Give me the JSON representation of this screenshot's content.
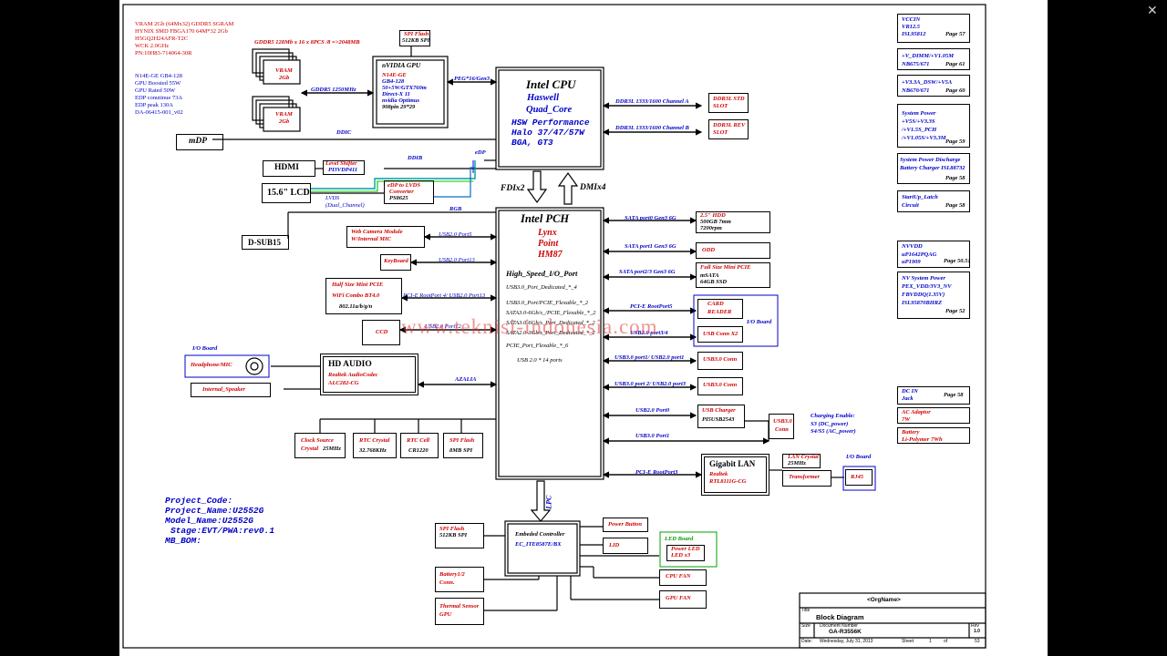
{
  "header_notes": {
    "vram": [
      "VRAM 2Gb (64Mx32) GDDR5 SGRAM",
      "HYNIX SMD FBGA170 64M*32 2Gb",
      "H5GQ2H24AFR-T2C",
      "WCK 2.0GHz",
      "PN:10H83-714064-30R"
    ],
    "gpu": [
      "N14E-GE GB4-128",
      "GPU Boosted 55W",
      "GPU Rated    50W",
      "EDP conutinue 73A",
      "EDP peak 130A",
      "DA-06415-001_v02"
    ]
  },
  "gddr5": "GDDR5 128Mb x 16 x 8PCS /8 =>2048MB",
  "vram_label": "VRAM",
  "vram_size": "2Gb",
  "gddr5_speed": "GDDR5 1250MHz",
  "spi_flash_gpu": [
    "SPI Flash",
    "512KB SPI"
  ],
  "gpu_block": [
    "nVIDIA GPU",
    "N14E-GE",
    "GB4-128",
    "50+5W/GTX760m",
    "Direct-X 11",
    "nvidia Optimus",
    "908pin 29*29"
  ],
  "pcie_gen3": "PEG*16/Gen3",
  "cpu": {
    "title": "Intel CPU",
    "sub1": "Haswell",
    "sub2": "Quad_Core",
    "l1": "HSW Performance",
    "l2": "Halo 37/47/57W",
    "l3": "BGA, GT3"
  },
  "ddr_a": "DDR3L 1333/1600 Channel A",
  "ddr_b": "DDR3L 1333/1600 Channel B",
  "dimm_std": [
    "DDR3L STD",
    "SLOT"
  ],
  "dimm_rev": [
    "DDR3L REV",
    "SLOT"
  ],
  "mdp": "mDP",
  "ddic": "DDIC",
  "hdmi": "HDMI",
  "level_shifter": [
    "Level Shifter",
    "PI3VDP411"
  ],
  "ddib": "DDIB",
  "edp": "eDP",
  "lcd": "15.6\" LCD",
  "edp_lvds": [
    "eDP to LVDS",
    "Converter",
    "PS8625"
  ],
  "lvds": [
    "LVDS",
    "(Dual_Channel)"
  ],
  "rgb": "RGB",
  "dsub": "D-SUB15",
  "fdi": "FDIx2",
  "dmi": "DMIx4",
  "pch": {
    "title": "Intel PCH",
    "sub1": "Lynx",
    "sub2": "Point",
    "sub3": "HM87",
    "hs": "High_Speed_I/O_Port",
    "ports": [
      "USB3.0_Port_Dedicated_*_4",
      "USB3.0_Port/PCIE_Flexable_*_2",
      "SATA3.0-6Gb/s_/PCIE_Flexable_*_2",
      "SATA3.0-6Gb/s_Port_Dedicated_*_2",
      "SATA2.0-3Gb/s_Port_Dedicated_*_2",
      "PCIE_Port_Flexable_*_6"
    ],
    "usb2": "USB 2.0 * 14 ports"
  },
  "webcam": [
    "Web Camera Module",
    "W/Internal MIC"
  ],
  "usb_port5": "USB2.0 Port5",
  "keyboard": "KeyBoard",
  "usb_port13": "USB2.0 Port13",
  "minipcie": [
    "Half Size Mini PCIE",
    "WiFi Combo BT4.0",
    "802.11a/b/g/n"
  ],
  "pcie_root4": "PCI-E RootPort 4/ USB2.0 Port13",
  "ccd": "CCD",
  "usb_port12": "USB2.0 Port12",
  "io_board": "I/O Board",
  "headphone": "Headphone/MIC",
  "hdaudio": [
    "HD AUDIO",
    "Realtek AudioCodec",
    "ALC282-CG"
  ],
  "azalia": "AZALIA",
  "speaker": "Internal_Speaker",
  "clock": [
    "Clock Source",
    "Crystal",
    "25MHz"
  ],
  "rtc_crystal": [
    "RTC Crystal",
    "32.768KHz"
  ],
  "rtc_cell": [
    "RTC Cell",
    "CR1220"
  ],
  "spi_flash": [
    "SPI Flash",
    "8MB SPI"
  ],
  "sata0": "SATA port0 Gen3 6G",
  "hdd": [
    "2.5\" HDD",
    "500GB 7mm",
    "7200rpm"
  ],
  "sata1": "SATA port1 Gen3 6G",
  "odd": "ODD",
  "sata23": "SATA port2/3 Gen3 6G",
  "msata": [
    "Full Size Mini PCIE",
    "mSATA",
    "64GB SSD"
  ],
  "pcie_root5": "PCI-E RootPort5",
  "card_reader": [
    "CARD",
    "READER"
  ],
  "usb_port3_4": "USB2.0 port3/4",
  "usb_conn_x2": "USB Conn X2",
  "io_board2": "I/O Board",
  "usb3_port1": "USB3.0 port1/ USB2.0 port1",
  "usb3_port2": "USB3.0 port 2/ USB2.0 port3",
  "usb3_conn": "USB3.0 Conn",
  "usb2_port0": "USB2.0 Port0",
  "usb_charger": [
    "USB Charger",
    "PI5USB2543"
  ],
  "usb30_conn": [
    "USB3.0",
    "Conn"
  ],
  "charging": [
    "Charging Enable:",
    "S3 (DC_power)",
    "S4/S5 (AC_power)"
  ],
  "usb3_port1b": "USB3.0 Port1",
  "pcie_root3": "PCI-E RootPort3",
  "lan": [
    "Gigabit LAN",
    "Realtek",
    "RTL8111G-CG"
  ],
  "lan_crystal": [
    "LAN Crystal",
    "25MHz"
  ],
  "transformer": "Transformer",
  "rj45": "RJ45",
  "io_board3": "I/O Board",
  "lpc": "LPC",
  "ec": [
    "Embeded Controller",
    "EC_ITE8587E/BX"
  ],
  "spi_flash_ec": [
    "SPI Flash",
    "512KB SPI"
  ],
  "battery_conn": [
    "Battery1/2",
    "Conn."
  ],
  "thermal": [
    "Thermal Sensor",
    "GPU"
  ],
  "power_button": "Power Button",
  "lid": "LID",
  "led_board": "LED Board",
  "power_led": [
    "Power LED",
    "LED x3"
  ],
  "cpu_fan": "CPU FAN",
  "gpu_fan": "GPU FAN",
  "project": [
    "Project_Code:",
    "Project_Name:U2552G",
    "Model_Name:U2552G",
    "Stage:EVT/PWA:rev0.1",
    "MB_BOM:"
  ],
  "power_right": [
    {
      "lines": [
        "VCCIN",
        "VR12.5",
        "ISL95812"
      ],
      "page": "Page 57"
    },
    {
      "lines": [
        "+V_DIMM/+V1.05M",
        "NB675/671"
      ],
      "page": "Page 61"
    },
    {
      "lines": [
        "+V3.3A_DSW/+V5A",
        "NB670/671"
      ],
      "page": "Page 60"
    },
    {
      "lines": [
        "System Power",
        "+V5S/+V3.3S",
        "/+V1.5S_PCH",
        "/+V1.05S/+V3.3M"
      ],
      "page": "Page 59"
    },
    {
      "lines": [
        "System Power Discharge",
        "Battery Charger ISL88732"
      ],
      "page": "Page 58"
    },
    {
      "lines": [
        "StartUp_Latch",
        "Circuit"
      ],
      "page": "Page 58"
    },
    {
      "lines": [
        "NVVDD",
        "uP1642PQAG",
        "uP1909"
      ],
      "page": "Page 50.51"
    },
    {
      "lines": [
        "NV System Power",
        "PEX_VDD/3V3_NV",
        "",
        "FBVDDQ(1.35V)",
        "ISL95870BHRZ"
      ],
      "page": "Page 52"
    },
    {
      "lines": [
        "DC IN",
        "Jack"
      ],
      "page": "Page 58"
    }
  ],
  "ac_adaptor": [
    "AC Adaptor",
    "7W"
  ],
  "battery": [
    "Battery",
    "Li-Polymer 7Wh"
  ],
  "watermark": "www.teknisi-indonesia.com",
  "titleblock": {
    "org": "<OrgName>",
    "title_lbl": "Title",
    "title": "Block Diagram",
    "size_lbl": "Size",
    "docnum_lbl": "Document Number",
    "rev_lbl": "Rev",
    "docnum": "GA-R3556K",
    "rev": "1.0",
    "date_lbl": "Date:",
    "date": "Wednesday, July 31, 2013",
    "sheet_lbl": "Sheet",
    "sheet": "1",
    "of": "of",
    "total": "53"
  },
  "close_icon": "close-icon"
}
